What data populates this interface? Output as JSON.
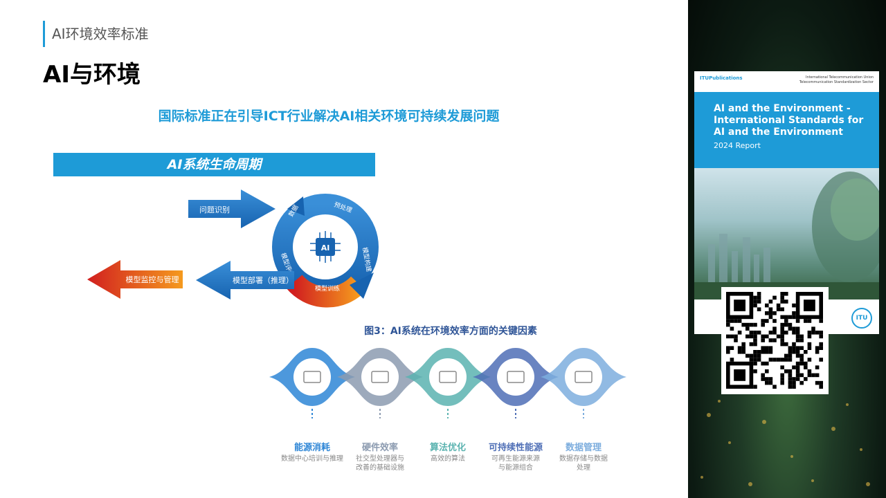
{
  "header": {
    "breadcrumb": "AI环境效率标准",
    "title": "AI与环境"
  },
  "main": {
    "subtitle": "国际标准正在引导ICT行业解决AI相关环境可持续发展问题",
    "lifecycle_banner": "AI系统生命周期",
    "lifecycle": {
      "input_arrow": "问题识别",
      "center": "AI",
      "cycle_labels": [
        "数据",
        "预处理",
        "模型构建",
        "模型训练",
        "模型评估"
      ],
      "deploy_arrow": "模型部署（推理）",
      "monitor_arrow": "模型监控与管理"
    },
    "figure_caption": "图3：AI系统在环境效率方面的关键因素",
    "factors": [
      {
        "title": "能源消耗",
        "desc1": "数据中心培训与推理",
        "desc2": "",
        "color": "#2e86d6",
        "icon": "battery-icon"
      },
      {
        "title": "硬件效率",
        "desc1": "社交型处理器与",
        "desc2": "改善的基础设施",
        "color": "#8c9bb0",
        "icon": "gears-icon"
      },
      {
        "title": "算法优化",
        "desc1": "高效的算法",
        "desc2": "",
        "color": "#5bb3b0",
        "icon": "scatter-plot-icon"
      },
      {
        "title": "可持续性能源",
        "desc1": "可再生能源来源",
        "desc2": "与能源组合",
        "color": "#4f6fb6",
        "icon": "wind-turbine-icon"
      },
      {
        "title": "数据管理",
        "desc1": "数据存储与数据",
        "desc2": "处理",
        "color": "#7eaede",
        "icon": "pie-chart-icon"
      }
    ]
  },
  "cover": {
    "publisher": "ITUPublications",
    "org_line1": "International Telecommunication Union",
    "org_line2": "Telecommunication Standardization Sector",
    "title": "AI and the Environment - International Standards for AI and the Environment",
    "year": "2024 Report",
    "logo": "ITU"
  }
}
